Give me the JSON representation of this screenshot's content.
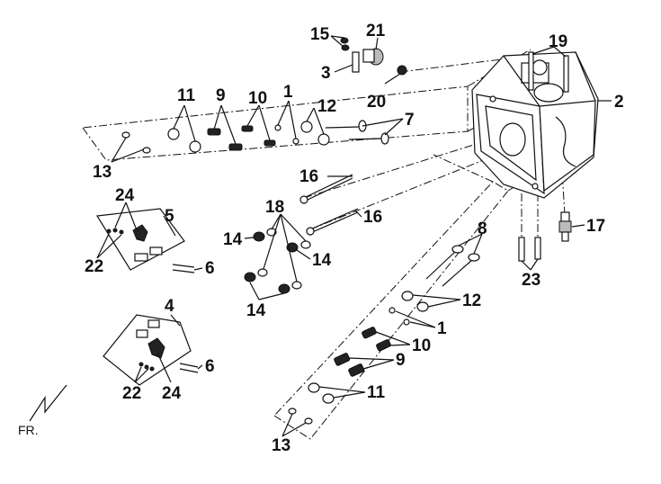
{
  "diagram": {
    "orientation_label": "FR.",
    "callouts": {
      "c1a": "1",
      "c1b": "1",
      "c2": "2",
      "c3": "3",
      "c4": "4",
      "c5": "5",
      "c6a": "6",
      "c6b": "6",
      "c7": "7",
      "c8": "8",
      "c9a": "9",
      "c9b": "9",
      "c10a": "10",
      "c10b": "10",
      "c11a": "11",
      "c11b": "11",
      "c12a": "12",
      "c12b": "12",
      "c13a": "13",
      "c13b": "13",
      "c14a": "14",
      "c14b": "14",
      "c14c": "14",
      "c15": "15",
      "c16a": "16",
      "c16b": "16",
      "c17": "17",
      "c18": "18",
      "c19": "19",
      "c20": "20",
      "c21": "21",
      "c22a": "22",
      "c22b": "22",
      "c23": "23",
      "c24a": "24",
      "c24b": "24"
    }
  }
}
